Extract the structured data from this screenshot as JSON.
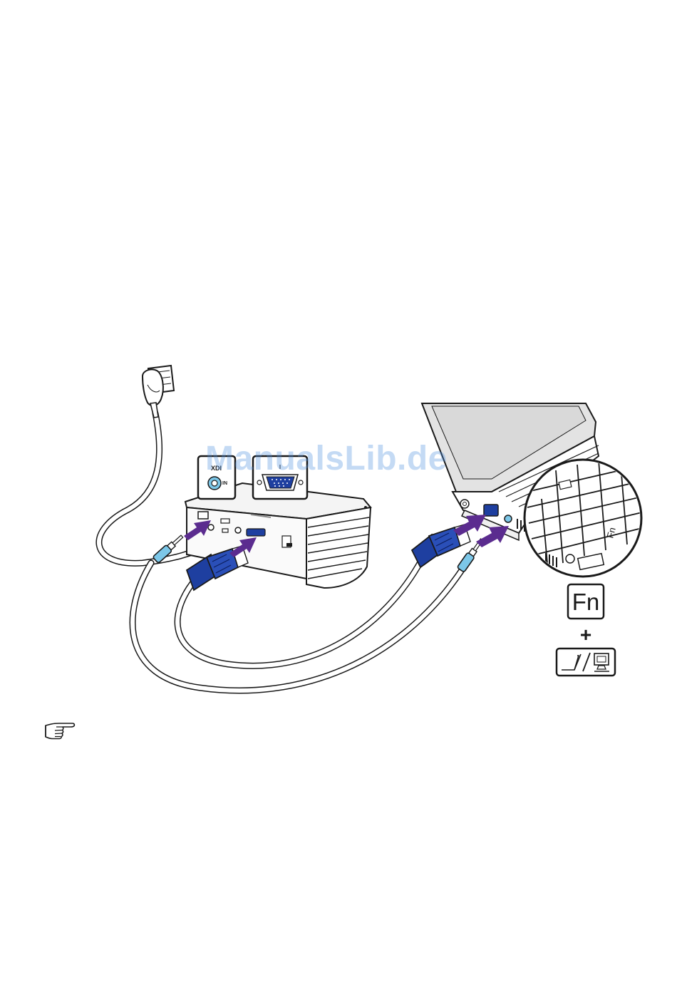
{
  "watermark": {
    "text": "ManualsLib.de"
  },
  "projector": {
    "audio_port_label": "IN",
    "audio_port_label_partial": "XDI"
  },
  "keys": {
    "fn_label": "Fn",
    "plus_symbol": "+",
    "display_switch_icon": "lcd-crt-switch-icon"
  },
  "zoom_keyboard": {
    "fn_key_label": "Fn"
  },
  "icons": {
    "plug": "power-plug-icon",
    "note": "pointing-hand-icon",
    "arrows": "purple-insert-arrow-icon"
  },
  "colors": {
    "arrow": "#5b2c8f",
    "vga_connector": "#1e3fa0",
    "audio_plug": "#7cc7e8",
    "cable": "#ffffff",
    "outline": "#1a1a1a",
    "laptop_shade": "#e3e3e3",
    "watermark": "#4a8fe0"
  }
}
